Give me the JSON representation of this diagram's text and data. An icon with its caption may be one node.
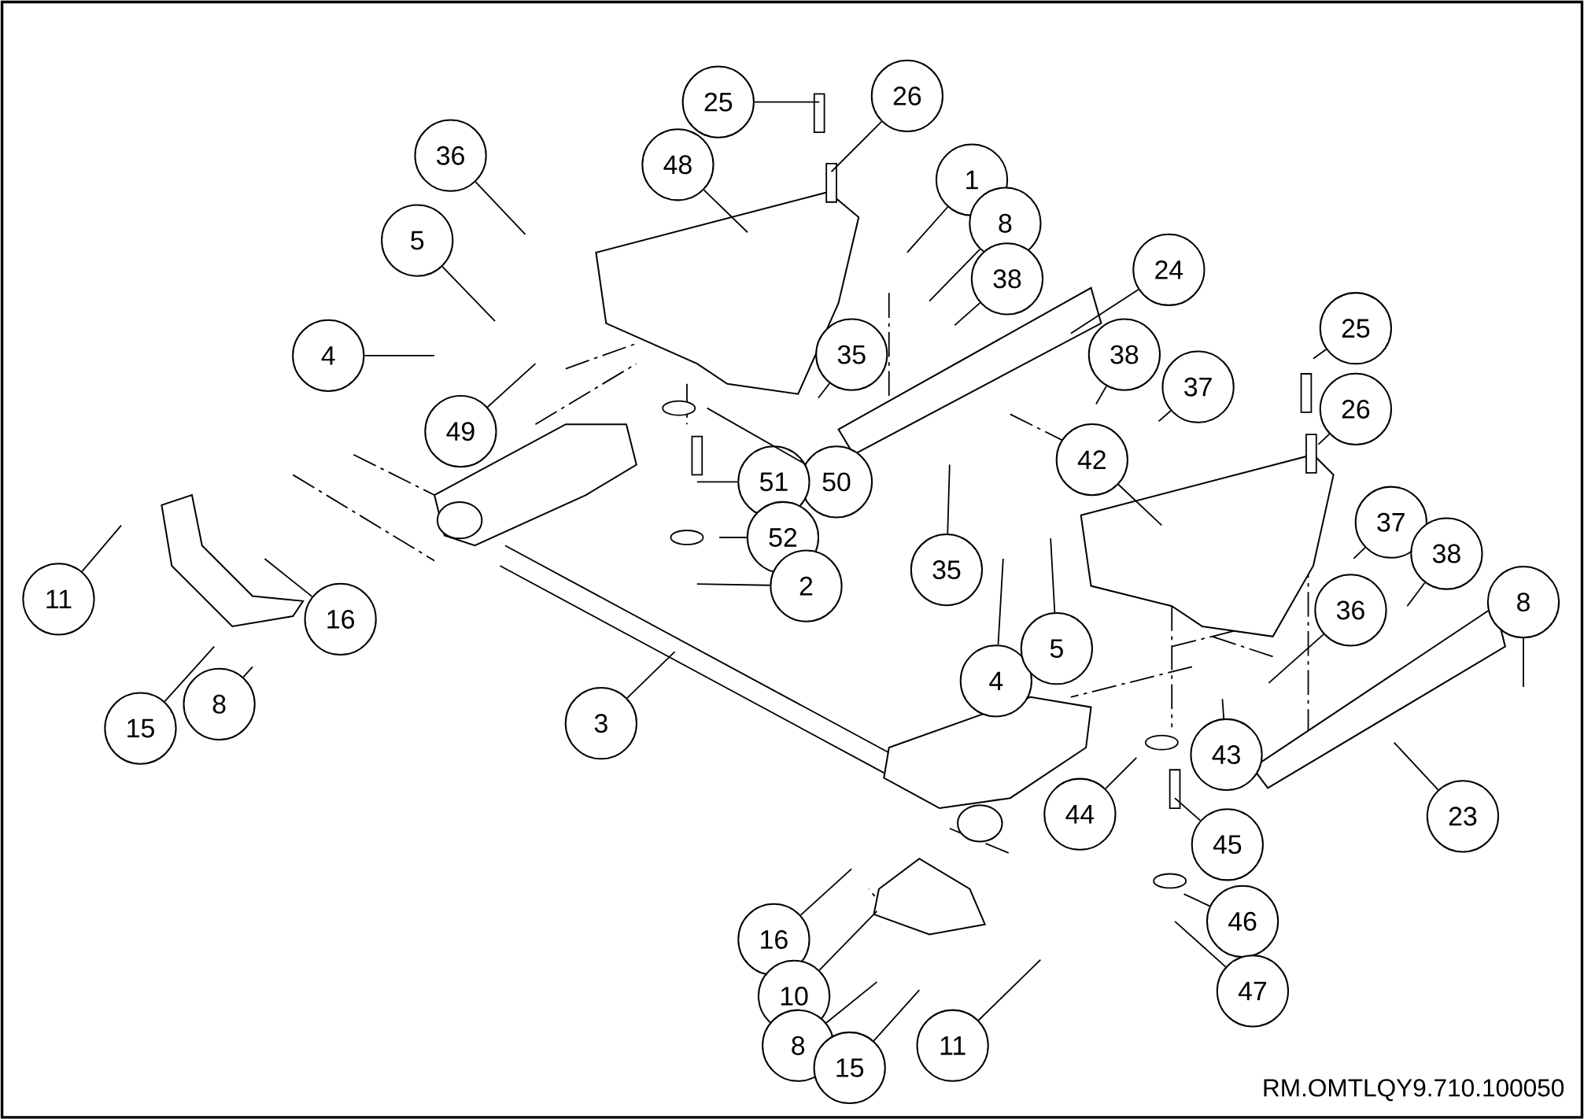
{
  "diagram": {
    "nodes": [
      {
        "text": [
          "25"
        ]
      },
      {
        "text": [
          "26"
        ]
      },
      {
        "text": [
          "36"
        ]
      },
      {
        "text": [
          "48"
        ]
      },
      {
        "text": [
          "1"
        ]
      },
      {
        "text": [
          "5"
        ]
      },
      {
        "text": [
          "8"
        ]
      },
      {
        "text": [
          "38"
        ]
      },
      {
        "text": [
          "24"
        ]
      },
      {
        "text": [
          "4"
        ]
      },
      {
        "text": [
          "35"
        ]
      },
      {
        "text": [
          "49"
        ]
      },
      {
        "text": [
          "50"
        ]
      },
      {
        "text": [
          "51"
        ]
      },
      {
        "text": [
          "38"
        ]
      },
      {
        "text": [
          "37"
        ]
      },
      {
        "text": [
          "25"
        ]
      },
      {
        "text": [
          "26"
        ]
      },
      {
        "text": [
          "42"
        ]
      },
      {
        "text": [
          "52"
        ]
      },
      {
        "text": [
          "35"
        ]
      },
      {
        "text": [
          "11"
        ]
      },
      {
        "text": [
          "16"
        ]
      },
      {
        "text": [
          "2"
        ]
      },
      {
        "text": [
          "4"
        ]
      },
      {
        "text": [
          "5"
        ]
      },
      {
        "text": [
          "37"
        ]
      },
      {
        "text": [
          "38"
        ]
      },
      {
        "text": [
          "8"
        ]
      },
      {
        "text": [
          "36"
        ]
      },
      {
        "text": [
          "8"
        ]
      },
      {
        "text": [
          "15"
        ]
      },
      {
        "text": [
          "3"
        ]
      },
      {
        "text": [
          "43"
        ]
      },
      {
        "text": [
          "44"
        ]
      },
      {
        "text": [
          "23"
        ]
      },
      {
        "text": [
          "45"
        ]
      },
      {
        "text": [
          "16"
        ]
      },
      {
        "text": [
          "46"
        ]
      },
      {
        "text": [
          "10"
        ]
      },
      {
        "text": [
          "47"
        ]
      },
      {
        "text": [
          "8"
        ]
      },
      {
        "text": [
          "15"
        ]
      },
      {
        "text": [
          "11"
        ]
      }
    ],
    "edges": [
      {
        "from": 0,
        "to": null,
        "arrow": "none"
      },
      {
        "from": 1,
        "to": null,
        "arrow": "none"
      },
      {
        "from": 2,
        "to": null,
        "arrow": "none"
      },
      {
        "from": 3,
        "to": null,
        "arrow": "none"
      },
      {
        "from": 4,
        "to": null,
        "arrow": "none"
      },
      {
        "from": 5,
        "to": null,
        "arrow": "none"
      },
      {
        "from": 6,
        "to": null,
        "arrow": "none"
      },
      {
        "from": 7,
        "to": null,
        "arrow": "none"
      },
      {
        "from": 8,
        "to": null,
        "arrow": "none"
      },
      {
        "from": 9,
        "to": null,
        "arrow": "none"
      },
      {
        "from": 10,
        "to": null,
        "arrow": "none"
      },
      {
        "from": 11,
        "to": null,
        "arrow": "none"
      },
      {
        "from": 12,
        "to": null,
        "arrow": "none"
      },
      {
        "from": 13,
        "to": null,
        "arrow": "none"
      },
      {
        "from": 14,
        "to": null,
        "arrow": "none"
      },
      {
        "from": 15,
        "to": null,
        "arrow": "none"
      },
      {
        "from": 16,
        "to": null,
        "arrow": "none"
      },
      {
        "from": 17,
        "to": null,
        "arrow": "none"
      },
      {
        "from": 18,
        "to": null,
        "arrow": "none"
      },
      {
        "from": 19,
        "to": null,
        "arrow": "none"
      },
      {
        "from": 20,
        "to": null,
        "arrow": "none"
      },
      {
        "from": 21,
        "to": null,
        "arrow": "none"
      },
      {
        "from": 22,
        "to": null,
        "arrow": "none"
      },
      {
        "from": 23,
        "to": null,
        "arrow": "none"
      },
      {
        "from": 24,
        "to": null,
        "arrow": "none"
      },
      {
        "from": 25,
        "to": null,
        "arrow": "none"
      },
      {
        "from": 26,
        "to": null,
        "arrow": "none"
      },
      {
        "from": 27,
        "to": null,
        "arrow": "none"
      },
      {
        "from": 28,
        "to": null,
        "arrow": "none"
      },
      {
        "from": 29,
        "to": null,
        "arrow": "none"
      },
      {
        "from": 30,
        "to": null,
        "arrow": "none"
      },
      {
        "from": 31,
        "to": null,
        "arrow": "none"
      },
      {
        "from": 32,
        "to": null,
        "arrow": "none"
      },
      {
        "from": 33,
        "to": null,
        "arrow": "none"
      },
      {
        "from": 34,
        "to": null,
        "arrow": "none"
      },
      {
        "from": 35,
        "to": null,
        "arrow": "none"
      },
      {
        "from": 36,
        "to": null,
        "arrow": "none"
      },
      {
        "from": 37,
        "to": null,
        "arrow": "none"
      },
      {
        "from": 38,
        "to": null,
        "arrow": "none"
      },
      {
        "from": 39,
        "to": null,
        "arrow": "none"
      },
      {
        "from": 40,
        "to": null,
        "arrow": "none"
      },
      {
        "from": 41,
        "to": null,
        "arrow": "none"
      },
      {
        "from": 42,
        "to": null,
        "arrow": "none"
      },
      {
        "from": 43,
        "to": null,
        "arrow": "none"
      }
    ],
    "labels": [
      "RM.OMTLQY9.710.100050"
    ]
  }
}
